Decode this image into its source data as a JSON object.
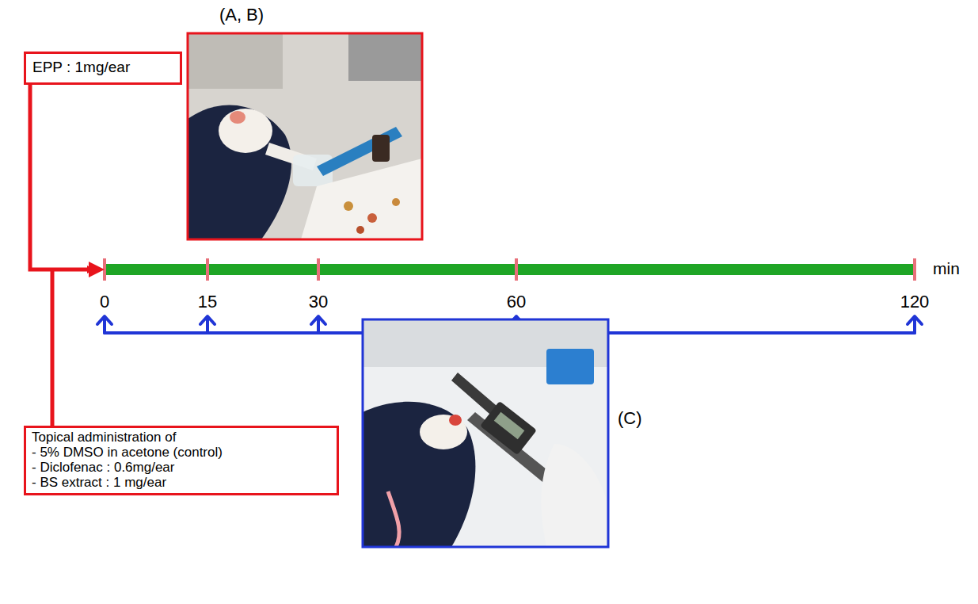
{
  "diagram": {
    "nodes": [
      {
        "text": [
          "EPP : 1mg/ear"
        ]
      },
      {
        "text": [
          "Topical administration of",
          "- 5% DMSO in acetone (control)",
          "- Diclofenac : 0.6mg/ear",
          "- BS extract : 1 mg/ear"
        ]
      }
    ],
    "labels": [
      "(A, B)",
      "min",
      "0",
      "15",
      "30",
      "60",
      "120",
      "(C)"
    ]
  }
}
